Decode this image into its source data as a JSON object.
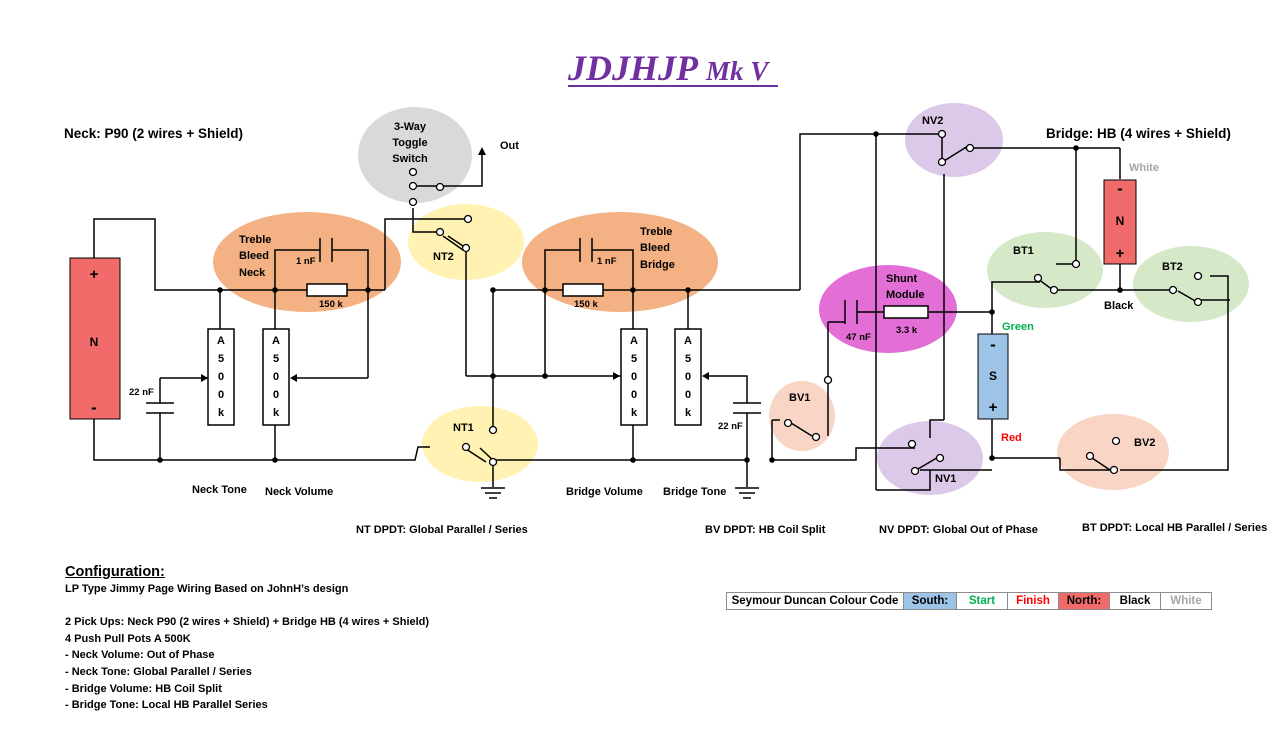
{
  "title": {
    "main": "JDJHJP",
    "sub": "Mk V",
    "color": "#7030a0"
  },
  "pickups": {
    "neck_heading": "Neck: P90 (2 wires + Shield)",
    "bridge_heading": "Bridge: HB (4 wires + Shield)",
    "neck_p90": {
      "plus": "+",
      "name": "N",
      "minus": "-",
      "color": "#f26b6b"
    },
    "bridge_north": {
      "minus": "-",
      "name": "N",
      "plus": "+",
      "color": "#f26b6b"
    },
    "bridge_south": {
      "minus": "-",
      "name": "S",
      "plus": "+",
      "color": "#9dc3e6"
    },
    "wire_labels": {
      "white": "White",
      "black": "Black",
      "green": "Green",
      "red": "Red"
    }
  },
  "components": {
    "toggle": {
      "line1": "3-Way",
      "line2": "Toggle",
      "line3": "Switch",
      "out": "Out"
    },
    "treble_bleed_neck": {
      "line1": "Treble",
      "line2": "Bleed",
      "line3": "Neck",
      "cap": "1 nF",
      "res": "150 k"
    },
    "treble_bleed_bridge": {
      "line1": "Treble",
      "line2": "Bleed",
      "line3": "Bridge",
      "cap": "1 nF",
      "res": "150 k"
    },
    "shunt": {
      "line1": "Shunt",
      "line2": "Module",
      "cap": "47 nF",
      "res": "3.3 k"
    },
    "pot_value": [
      "A",
      "5",
      "0",
      "0",
      "k"
    ],
    "tone_cap": "22 nF"
  },
  "switches": {
    "nt1": "NT1",
    "nt2": "NT2",
    "bv1": "BV1",
    "bv2": "BV2",
    "nv1": "NV1",
    "nv2": "NV2",
    "bt1": "BT1",
    "bt2": "BT2"
  },
  "labels": {
    "neck_tone": "Neck Tone",
    "neck_volume": "Neck Volume",
    "bridge_volume": "Bridge Volume",
    "bridge_tone": "Bridge Tone",
    "nt_dpdt": "NT DPDT: Global Parallel / Series",
    "bv_dpdt": "BV DPDT: HB Coil Split",
    "nv_dpdt": "NV DPDT: Global Out of Phase",
    "bt_dpdt": "BT DPDT: Local HB Parallel / Series"
  },
  "configuration": {
    "heading": "Configuration:",
    "lines": [
      "LP Type Jimmy Page Wiring Based on JohnH’s design",
      "",
      "2 Pick Ups: Neck P90 (2 wires + Shield) + Bridge HB (4 wires + Shield)",
      "4 Push Pull Pots A 500K",
      "- Neck Volume: Out of Phase",
      "- Neck Tone: Global Parallel / Series",
      "- Bridge Volume: HB Coil Split",
      "- Bridge Tone: Local HB Parallel Series"
    ]
  },
  "colour_code": {
    "title": "Seymour Duncan Colour Code",
    "south": "South:",
    "start": "Start",
    "finish": "Finish",
    "north": "North:",
    "black": "Black",
    "white": "White"
  },
  "colors": {
    "treble_bleed": "#f4b183",
    "toggle": "#d9d9d9",
    "nt": "#fff2b3",
    "nv": "#dcc8e8",
    "bv": "#f8d5c4",
    "bt": "#d5e8c8",
    "shunt": "#e36fd6",
    "green": "#00b050",
    "red": "#ff0000"
  }
}
